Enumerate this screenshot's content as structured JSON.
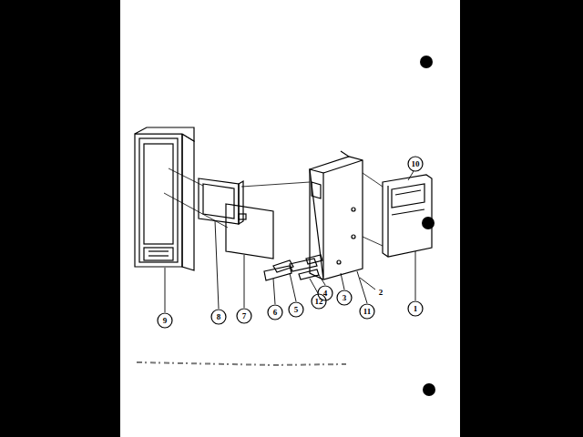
{
  "diagram": {
    "labels": [
      "10",
      "9",
      "8",
      "7",
      "6",
      "5",
      "4",
      "12",
      "3",
      "11",
      "2",
      "1"
    ]
  }
}
